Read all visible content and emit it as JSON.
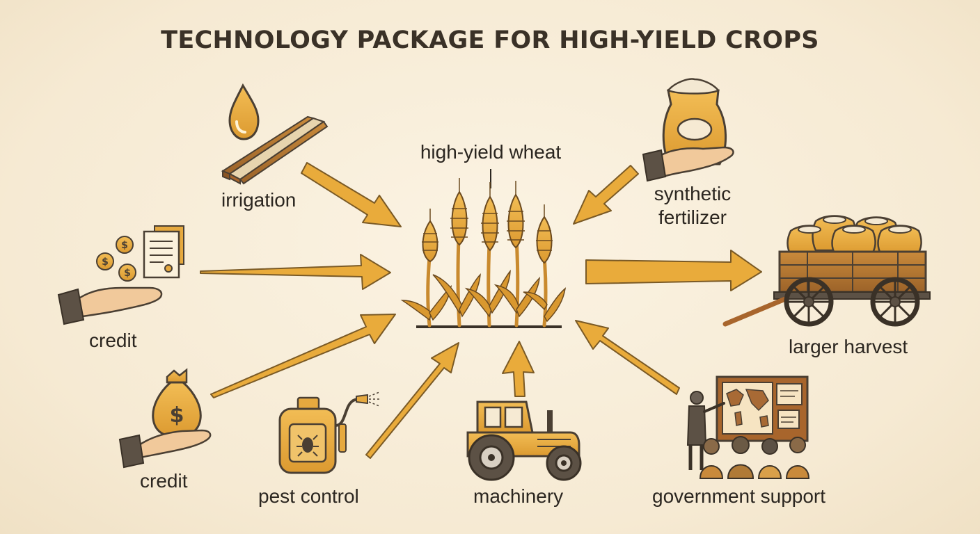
{
  "title": "TECHNOLOGY PACKAGE FOR HIGH-YIELD CROPS",
  "center": {
    "label": "high-yield wheat",
    "icon": "wheat-icon"
  },
  "inputs": [
    {
      "label": "irrigation",
      "icon": "irrigation-icon"
    },
    {
      "label": "credit",
      "icon": "credit-documents-icon"
    },
    {
      "label": "credit",
      "icon": "money-bag-icon"
    },
    {
      "label": "pest control",
      "icon": "sprayer-icon"
    },
    {
      "label": "machinery",
      "icon": "tractor-icon"
    },
    {
      "label": "government support",
      "icon": "presentation-icon"
    },
    {
      "label": "synthetic fertilizer",
      "icon": "fertilizer-bag-icon"
    }
  ],
  "output": {
    "label": "larger harvest",
    "icon": "harvest-wagon-icon"
  },
  "colors": {
    "background": "#f6ead3",
    "arrow": "#e8a93a",
    "arrow_outline": "#7a5a26",
    "icon_fill": "#e6a93f",
    "outline": "#4a3f33"
  }
}
